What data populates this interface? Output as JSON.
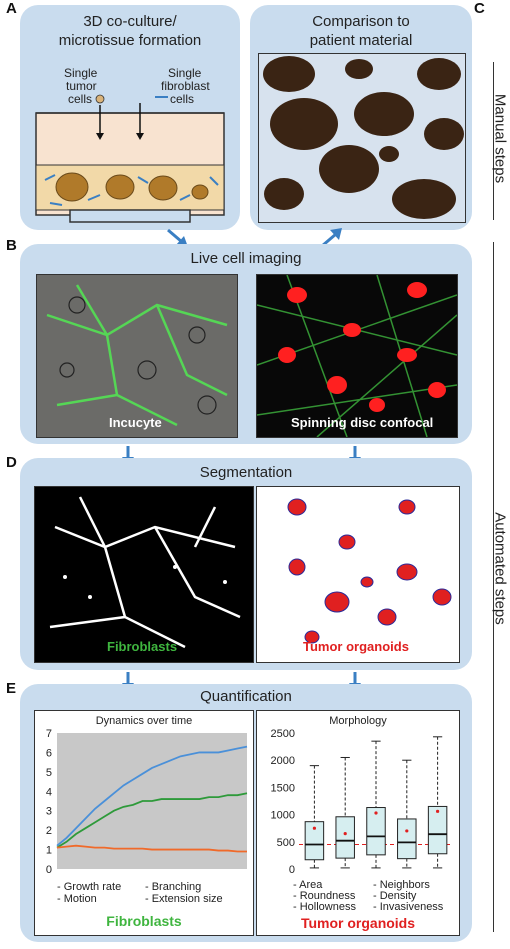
{
  "letters": {
    "a": "A",
    "b": "B",
    "c": "C",
    "d": "D",
    "e": "E"
  },
  "panel_a": {
    "title_line1": "3D co-culture/",
    "title_line2": "microtissue formation",
    "tumor_label_line1": "Single",
    "tumor_label_line2": "tumor",
    "tumor_label_line3": "cells",
    "fibro_label_line1": "Single",
    "fibro_label_line2": "fibroblast",
    "fibro_label_line3": "cells"
  },
  "panel_c": {
    "title_line1": "Comparison to",
    "title_line2": "patient material"
  },
  "panel_b": {
    "title": "Live cell imaging",
    "left_label": "Incucyte",
    "right_label": "Spinning disc confocal"
  },
  "panel_d": {
    "title": "Segmentation",
    "left_label": "Fibroblasts",
    "right_label": "Tumor organoids"
  },
  "panel_e": {
    "title": "Quantification",
    "left_title": "Dynamics over time",
    "left_features": [
      "- Growth rate",
      "- Branching",
      "- Motion",
      "- Extension size"
    ],
    "left_label": "Fibroblasts",
    "right_title": "Morphology",
    "right_features": [
      "- Area",
      "- Neighbors",
      "- Roundness",
      "- Density",
      "- Hollowness",
      "- Invasiveness"
    ],
    "right_label": "Tumor organoids"
  },
  "side": {
    "manual": "Manual steps",
    "automated": "Automated steps"
  },
  "colors": {
    "panel": "#c9dcee",
    "arrow": "#3a7fc3",
    "green": "#3fb53f",
    "red": "#e02020",
    "blue_line": "#4a90d9",
    "green_line": "#2e9a3a",
    "orange_line": "#f06a2a"
  },
  "chart_data": [
    {
      "type": "line",
      "title": "Dynamics over time",
      "xlabel": "",
      "ylabel": "",
      "ylim": [
        0,
        7
      ],
      "yticks": [
        0,
        1,
        2,
        3,
        4,
        5,
        6,
        7
      ],
      "x": [
        0,
        1,
        2,
        3,
        4,
        5,
        6,
        7,
        8,
        9,
        10,
        11,
        12,
        13,
        14,
        15,
        16,
        17,
        18,
        19,
        20
      ],
      "series": [
        {
          "color": "#4a90d9",
          "values": [
            1.2,
            1.6,
            2.1,
            2.6,
            3.1,
            3.5,
            3.9,
            4.3,
            4.6,
            4.9,
            5.2,
            5.4,
            5.6,
            5.8,
            5.9,
            6.0,
            6.0,
            6.0,
            6.1,
            6.2,
            6.3
          ]
        },
        {
          "color": "#2e9a3a",
          "values": [
            1.1,
            1.4,
            1.8,
            2.1,
            2.4,
            2.7,
            3.0,
            3.2,
            3.3,
            3.5,
            3.5,
            3.6,
            3.6,
            3.6,
            3.6,
            3.6,
            3.7,
            3.7,
            3.8,
            3.8,
            3.9
          ]
        },
        {
          "color": "#f06a2a",
          "values": [
            1.1,
            1.15,
            1.2,
            1.15,
            1.1,
            1.1,
            1.05,
            1.05,
            1.05,
            1.05,
            1.0,
            1.0,
            1.0,
            1.0,
            1.0,
            1.0,
            1.0,
            0.95,
            0.95,
            0.9,
            0.9
          ]
        }
      ]
    },
    {
      "type": "box",
      "title": "Morphology",
      "ylim": [
        0,
        2500
      ],
      "yticks": [
        0,
        500,
        1000,
        1500,
        2000,
        2500
      ],
      "reference_line": 450,
      "boxes": [
        {
          "min": 20,
          "q1": 170,
          "median": 450,
          "q3": 870,
          "max": 1900,
          "mean": 750
        },
        {
          "min": 20,
          "q1": 200,
          "median": 520,
          "q3": 960,
          "max": 2050,
          "mean": 650
        },
        {
          "min": 20,
          "q1": 260,
          "median": 600,
          "q3": 1130,
          "max": 2350,
          "mean": 1030
        },
        {
          "min": 20,
          "q1": 190,
          "median": 490,
          "q3": 920,
          "max": 2000,
          "mean": 700
        },
        {
          "min": 20,
          "q1": 280,
          "median": 640,
          "q3": 1150,
          "max": 2430,
          "mean": 1060
        }
      ]
    }
  ]
}
